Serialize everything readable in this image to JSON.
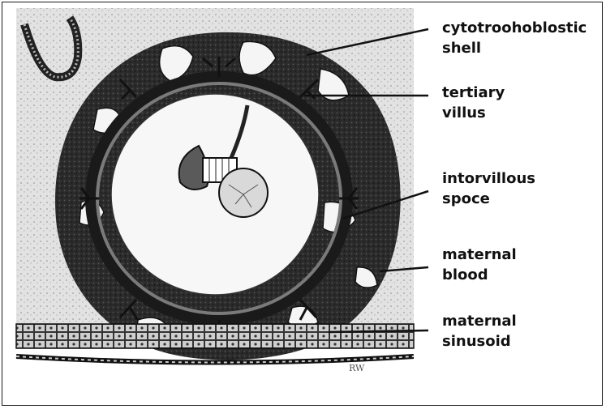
{
  "labels": [
    {
      "line1": "cytotroohoblostic",
      "line2": "shell"
    },
    {
      "line1": "tertiary",
      "line2": "villus"
    },
    {
      "line1": "intorvillous",
      "line2": "spoce"
    },
    {
      "line1": "maternal",
      "line2": "blood"
    },
    {
      "line1": "maternal",
      "line2": "sinusoid"
    }
  ],
  "signature": "RW"
}
